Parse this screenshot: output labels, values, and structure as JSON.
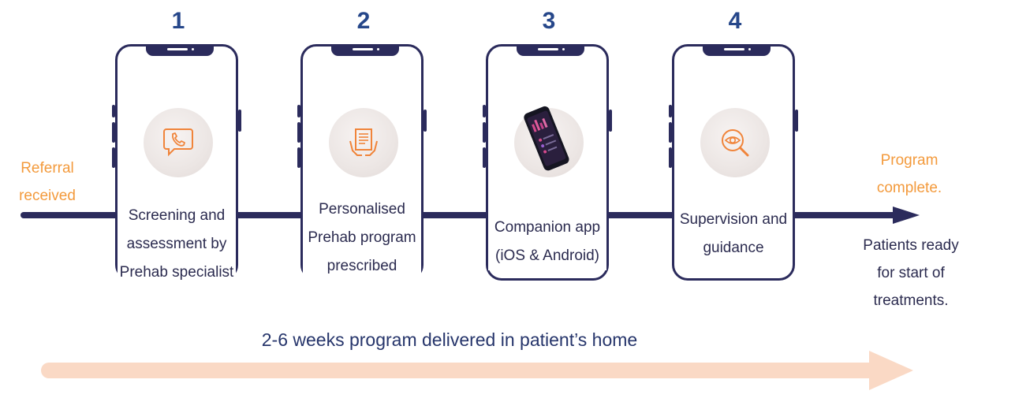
{
  "steps": [
    {
      "number": "1",
      "icon": "chat-phone-icon",
      "lines": [
        "Screening and",
        "assessment by",
        "Prehab specialist"
      ]
    },
    {
      "number": "2",
      "icon": "document-hands-icon",
      "lines": [
        "Personalised",
        "Prehab program",
        "prescribed"
      ]
    },
    {
      "number": "3",
      "icon": "smartphone-app-icon",
      "lines": [
        "Companion app",
        "(iOS & Android)"
      ]
    },
    {
      "number": "4",
      "icon": "eye-search-icon",
      "lines": [
        "Supervision and",
        "guidance"
      ]
    }
  ],
  "start_label": [
    "Referral",
    "received"
  ],
  "end_label": [
    "Program",
    "complete."
  ],
  "end_note": [
    "Patients ready",
    "for start of",
    "treatments."
  ],
  "duration_caption": "2-6 weeks program delivered in patient’s home",
  "colors": {
    "navy": "#2b2b5c",
    "number_blue": "#26478a",
    "orange": "#f39a3c",
    "peach": "#fad9c5"
  }
}
